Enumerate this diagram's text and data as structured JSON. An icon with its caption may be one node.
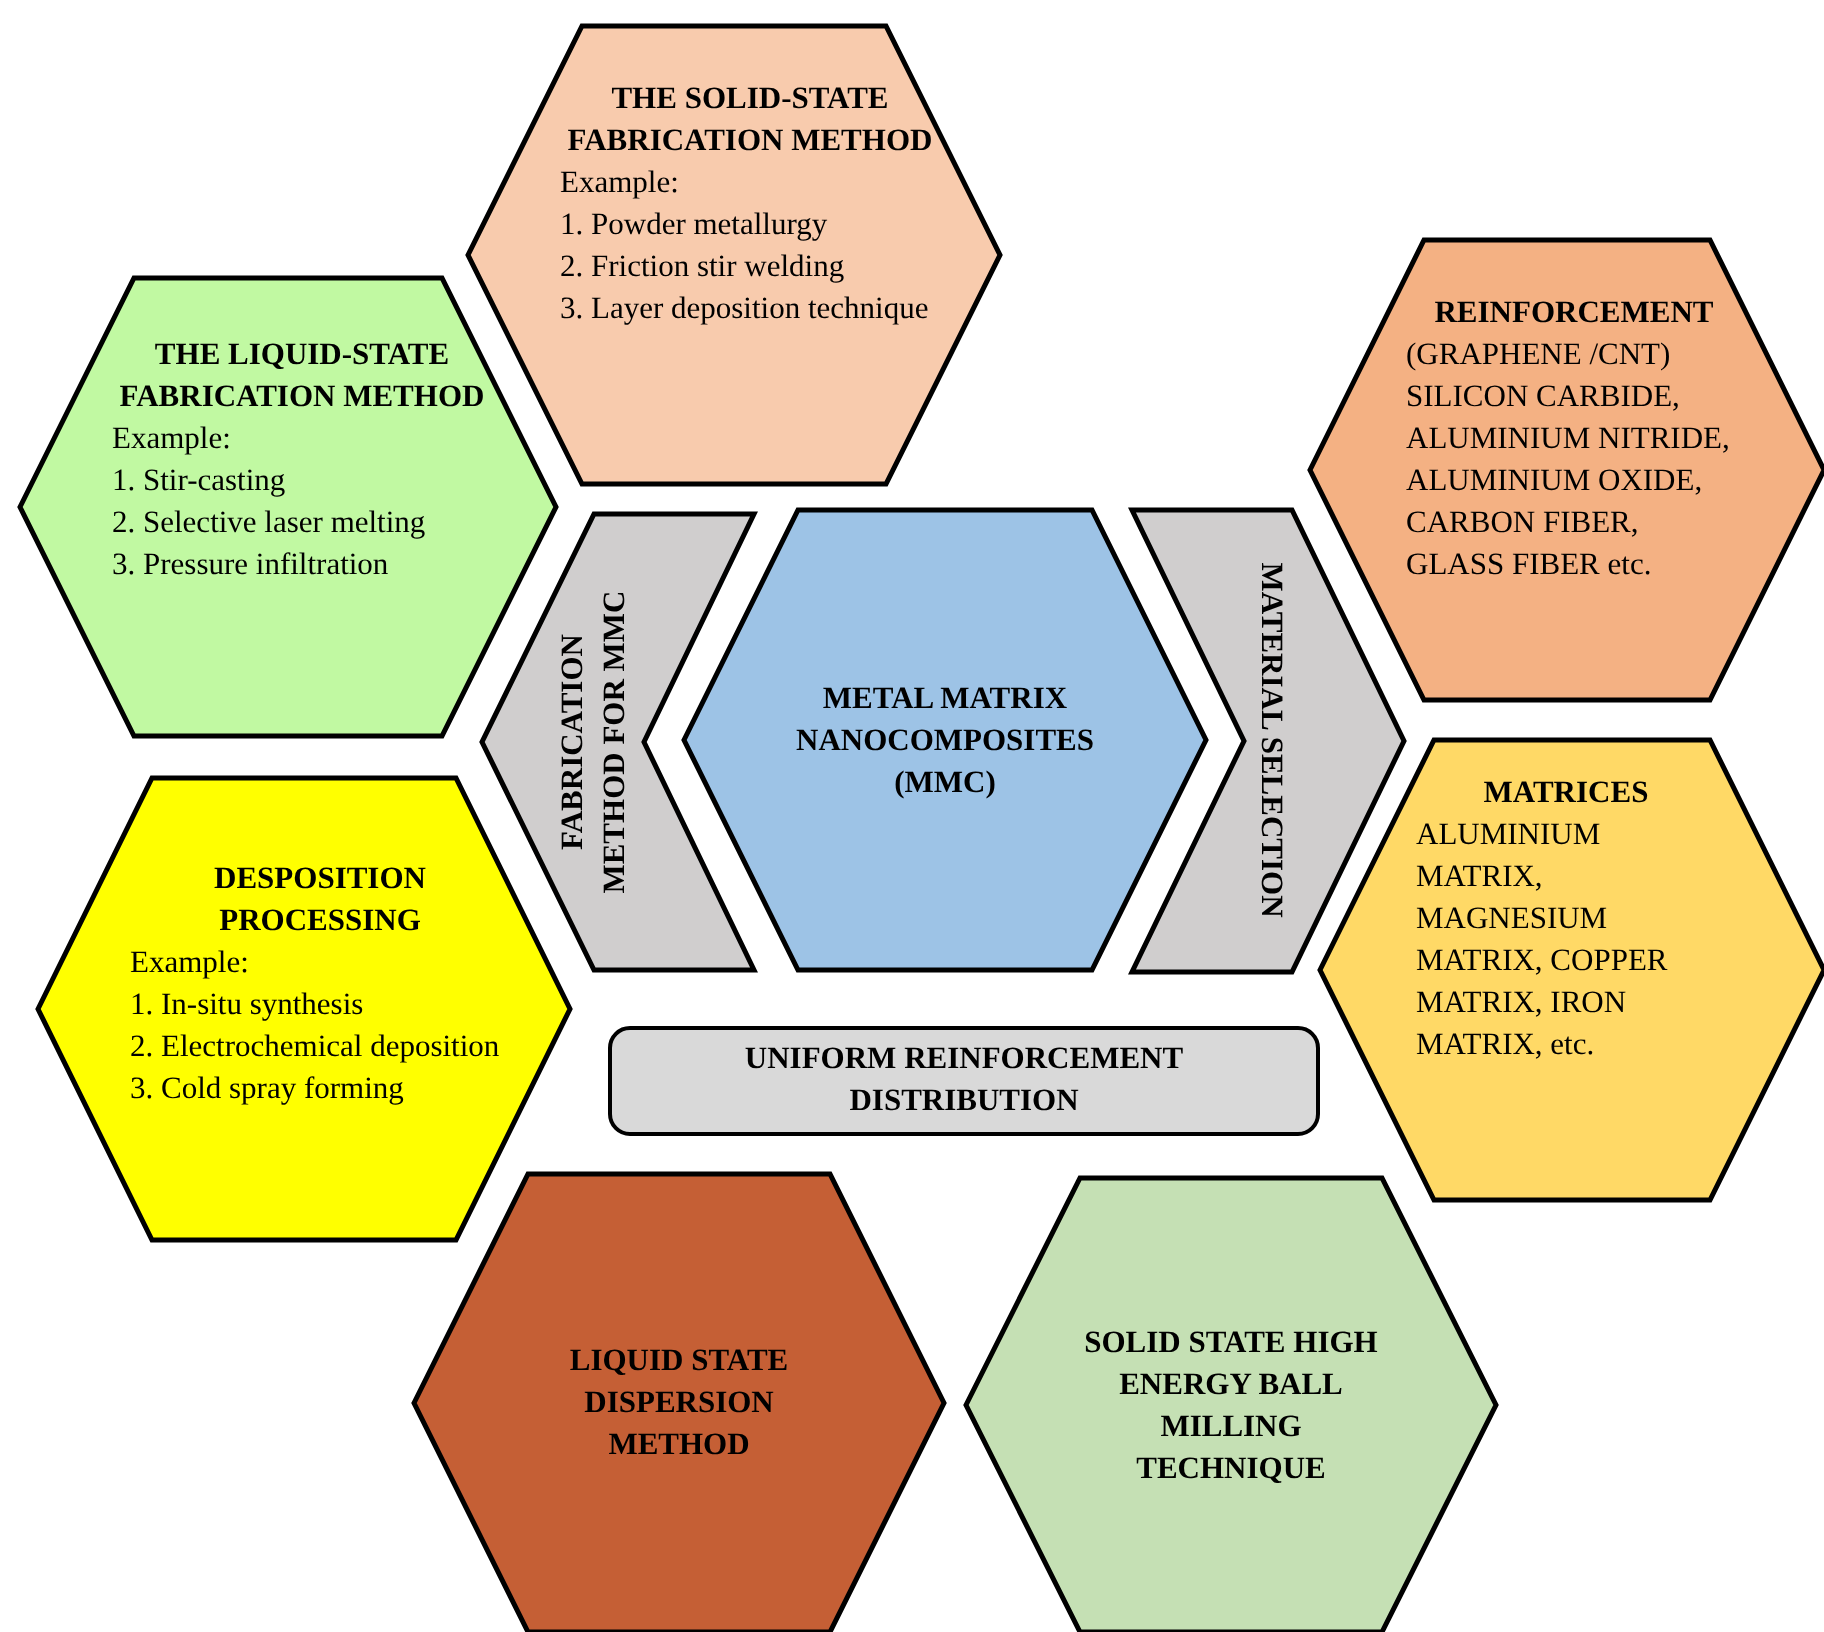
{
  "diagram": {
    "nodes": [
      {
        "text": [
          "THE SOLID-STATE FABRICATION METHOD",
          "Example:",
          "1. Powder metallurgy",
          "2. Friction stir welding",
          "3. Layer deposition technique"
        ]
      },
      {
        "text": [
          "THE LIQUID-STATE FABRICATION METHOD",
          "Example:",
          "1. Stir-casting",
          "2. Selective laser melting",
          "3. Pressure infiltration"
        ]
      },
      {
        "text": [
          "REINFORCEMENT",
          "(GRAPHENE /CNT) SILICON CARBIDE, ALUMINIUM NITRIDE, ALUMINIUM OXIDE, CARBON FIBER, GLASS FIBER etc."
        ]
      },
      {
        "text": [
          "FABRICATION METHOD FOR MMC"
        ]
      },
      {
        "text": [
          "METAL MATRIX NANOCOMPOSITES (MMC)"
        ]
      },
      {
        "text": [
          "MATERIAL SELECTION"
        ]
      },
      {
        "text": [
          "MATRICES",
          "ALUMINIUM MATRIX, MAGNESIUM MATRIX, COPPER MATRIX, IRON MATRIX, etc."
        ]
      },
      {
        "text": [
          "DESPOSITION PROCESSING",
          "Example:",
          "1. In-situ synthesis",
          "2. Electrochemical deposition",
          "3. Cold spray forming"
        ]
      },
      {
        "text": [
          "UNIFORM REINFORCEMENT DISTRIBUTION"
        ]
      },
      {
        "text": [
          "LIQUID STATE DISPERSION METHOD"
        ]
      },
      {
        "text": [
          "SOLID STATE HIGH ENERGY BALL MILLING TECHNIQUE"
        ]
      }
    ]
  }
}
